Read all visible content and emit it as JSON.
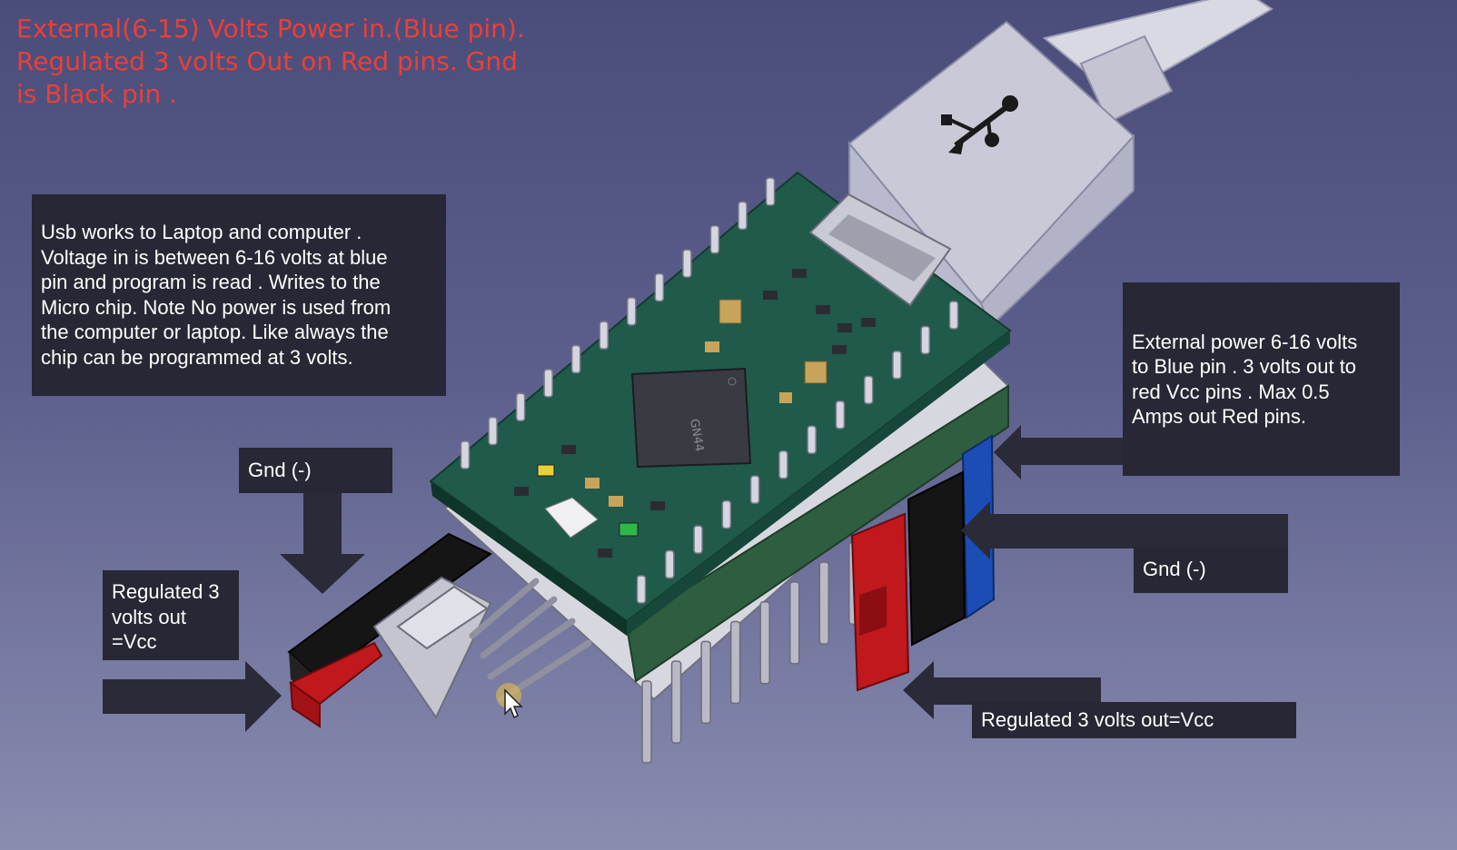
{
  "heading": {
    "lines": [
      "External(6-15) Volts Power in.(Blue pin).",
      "Regulated 3 volts Out on Red pins. Gnd",
      "is Black pin ."
    ]
  },
  "notes": {
    "usb": {
      "lines": [
        "Usb works to Laptop and computer .",
        "Voltage in is  between 6-16 volts at blue",
        "pin and program is read .   Writes  to the",
        "Micro chip. Note No power is used from",
        "the computer or laptop. Like always the",
        "chip can be programmed at 3 volts."
      ]
    },
    "external_power": {
      "lines": [
        "External power 6-16  volts",
        "to Blue pin . 3 volts out to",
        "red Vcc pins . Max 0.5",
        "Amps out Red pins."
      ]
    },
    "gnd_left": {
      "text": "Gnd (-)"
    },
    "regulated_left": {
      "lines": [
        "Regulated 3",
        "volts out",
        "=Vcc"
      ]
    },
    "gnd_right": {
      "text": "Gnd (-)"
    },
    "regulated_right": {
      "text": "Regulated 3 volts  out=Vcc"
    }
  },
  "chip": {
    "marking": "GN44"
  },
  "colors": {
    "heading_text": "#e8403a",
    "note_bg": "#272735",
    "arrow": "#2a2a38",
    "pcb": "#1f5a4a",
    "pin_blue": "#1c4db5",
    "pin_red": "#c0181c",
    "pin_black": "#151515"
  },
  "icons": [
    "usb-symbol-icon",
    "cursor-pointer-icon"
  ]
}
